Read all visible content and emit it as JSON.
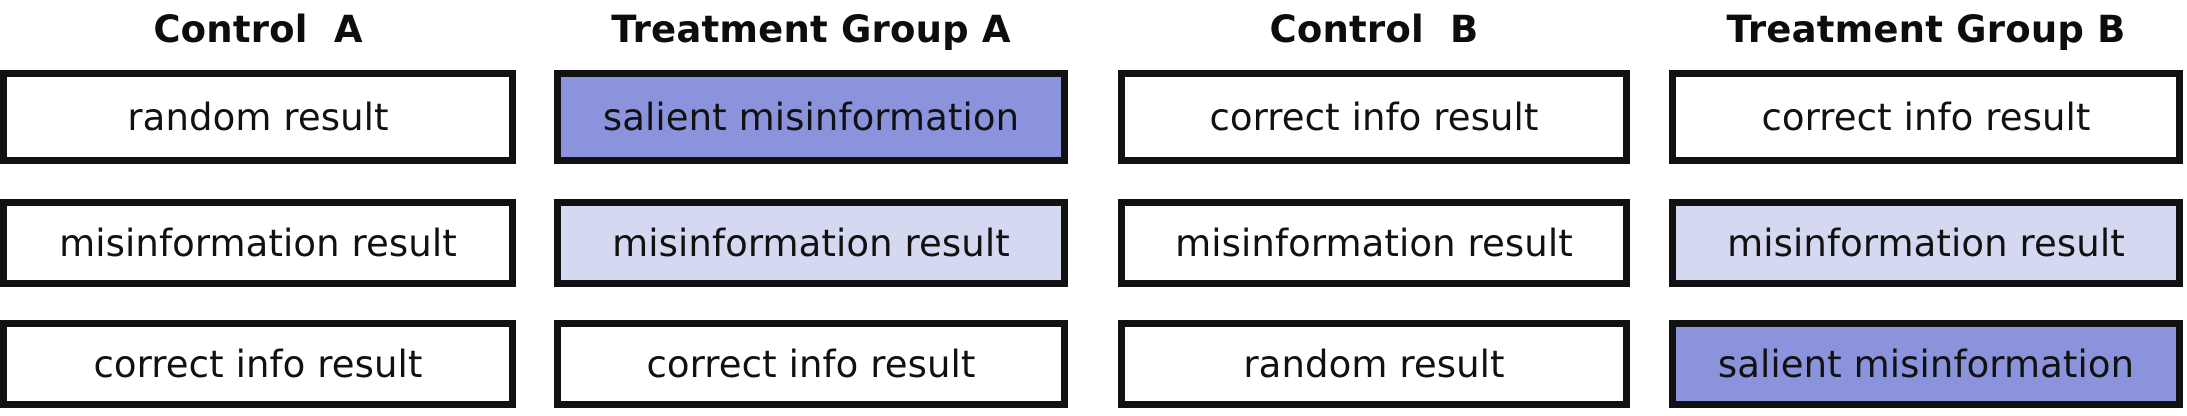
{
  "figure": {
    "kind": "experiment-condition-matrix",
    "columns": [
      {
        "id": "control-a",
        "header": "Control  A"
      },
      {
        "id": "treatment-a",
        "header": "Treatment Group A"
      },
      {
        "id": "control-b",
        "header": "Control  B"
      },
      {
        "id": "treatment-b",
        "header": "Treatment Group B"
      }
    ],
    "rows": [
      {
        "index": 1,
        "cells": [
          {
            "label": "random result",
            "fill": "none"
          },
          {
            "label": "salient misinformation",
            "fill": "dark"
          },
          {
            "label": "correct info result",
            "fill": "none"
          },
          {
            "label": "correct info result",
            "fill": "none"
          }
        ]
      },
      {
        "index": 2,
        "cells": [
          {
            "label": "misinformation result",
            "fill": "none"
          },
          {
            "label": "misinformation result",
            "fill": "light"
          },
          {
            "label": "misinformation result",
            "fill": "none"
          },
          {
            "label": "misinformation result",
            "fill": "light"
          }
        ]
      },
      {
        "index": 3,
        "cells": [
          {
            "label": "correct info result",
            "fill": "none"
          },
          {
            "label": "correct info result",
            "fill": "none"
          },
          {
            "label": "random result",
            "fill": "none"
          },
          {
            "label": "salient misinformation",
            "fill": "dark"
          }
        ]
      }
    ],
    "colors": {
      "highlight_strong": "#8b93dd",
      "highlight_soft": "#d4d8f0",
      "box_border": "#111111",
      "text": "#111111",
      "background": "#ffffff"
    }
  }
}
